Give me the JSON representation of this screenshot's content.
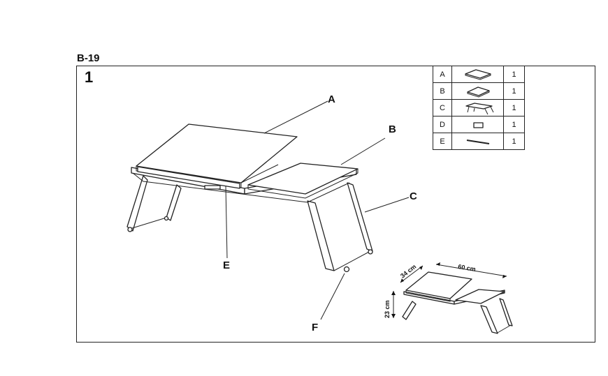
{
  "header": {
    "model": "B-19",
    "step": "1"
  },
  "parts": [
    {
      "letter": "A",
      "icon": "large-board-icon",
      "qty": "1"
    },
    {
      "letter": "B",
      "icon": "small-board-icon",
      "qty": "1"
    },
    {
      "letter": "C",
      "icon": "frame-icon",
      "qty": "1"
    },
    {
      "letter": "D",
      "icon": "bracket-icon",
      "qty": "1"
    },
    {
      "letter": "E",
      "icon": "rod-icon",
      "qty": "1"
    }
  ],
  "callouts": {
    "a": "A",
    "b": "B",
    "c": "C",
    "e": "E",
    "f": "F"
  },
  "dimensions": {
    "width": "60 cm",
    "depth": "34 cm",
    "height": "23 cm"
  }
}
